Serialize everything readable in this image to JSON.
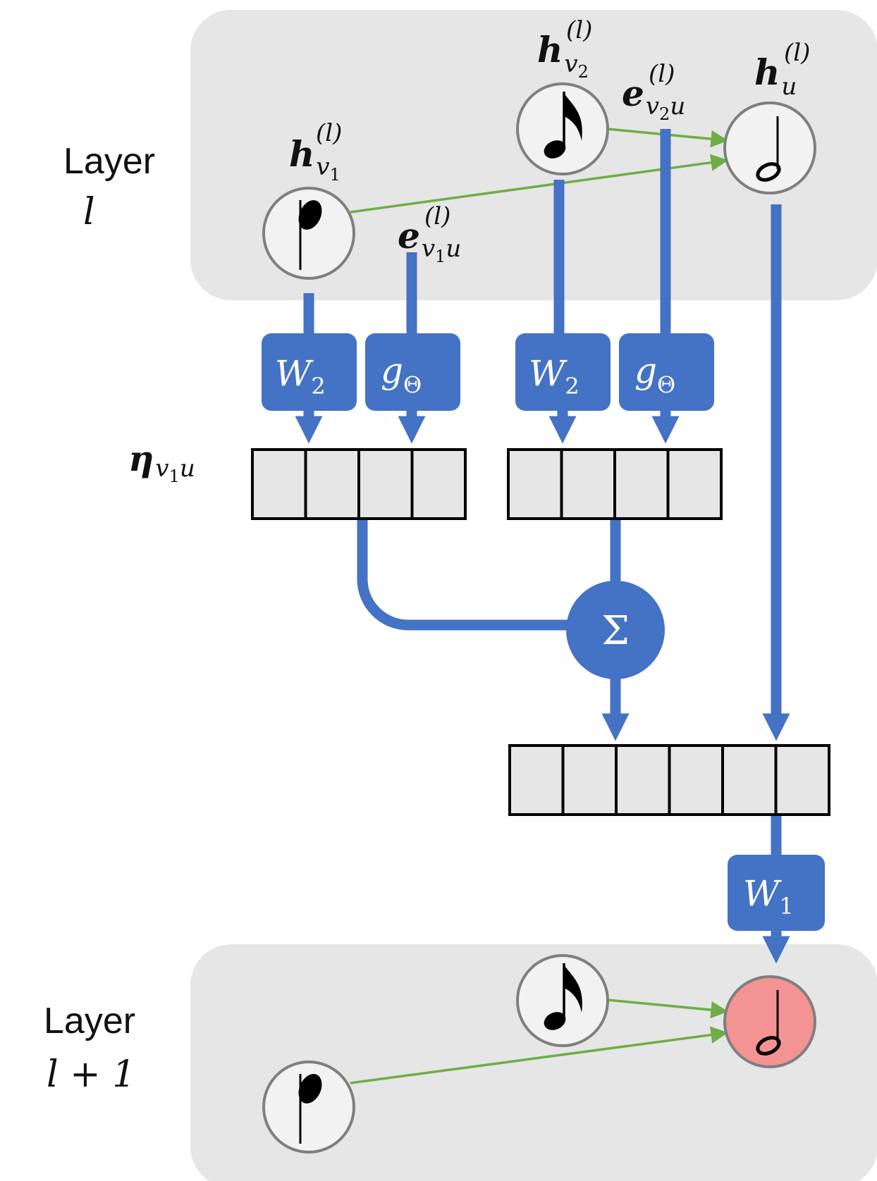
{
  "layers": {
    "top": {
      "name": "Layer",
      "var": "l"
    },
    "bottom": {
      "name": "Layer",
      "var": "l + 1"
    }
  },
  "node_labels": {
    "h_v1": {
      "main": "h",
      "sub": "v",
      "subsub": "1",
      "sup": "(l)"
    },
    "h_v2": {
      "main": "h",
      "sub": "v",
      "subsub": "2",
      "sup": "(l)"
    },
    "h_u": {
      "main": "h",
      "sub": "u",
      "sup": "(l)"
    },
    "e_v1u": {
      "main": "e",
      "sub": "v",
      "subsub": "1",
      "sub_tail": "u",
      "sup": "(l)"
    },
    "e_v2u": {
      "main": "e",
      "sub": "v",
      "subsub": "2",
      "sub_tail": "u",
      "sup": "(l)"
    },
    "eta_v1u": {
      "main": "η",
      "sub": "v",
      "subsub": "1",
      "sub_tail": "u"
    }
  },
  "operators": {
    "w2_left": {
      "main": "W",
      "sub": "2"
    },
    "g_left": {
      "main": "g",
      "sub": "Θ"
    },
    "w2_right": {
      "main": "W",
      "sub": "2"
    },
    "g_right": {
      "main": "g",
      "sub": "Θ"
    },
    "w1": {
      "main": "W",
      "sub": "1"
    },
    "sum": "Σ"
  },
  "nodes": {
    "v1_top": {
      "note": "quarter-note-flag-icon"
    },
    "v2_top": {
      "note": "eighth-note-icon"
    },
    "u_top": {
      "note": "half-note-icon"
    },
    "v1_bottom": {
      "note": "quarter-note-flag-icon"
    },
    "v2_bottom": {
      "note": "eighth-note-icon"
    },
    "u_bottom": {
      "note": "half-note-icon",
      "highlight": "#f49393"
    }
  },
  "vectors": {
    "eta_left_cells": 4,
    "eta_right_cells": 4,
    "concat_cells": 6
  },
  "colors": {
    "layer_bg": "#e6e6e6",
    "node_fill": "#f2f2f2",
    "node_stroke": "#7f7f7f",
    "flow_blue": "#4472c4",
    "edge_green": "#70ad47",
    "cell_fill": "#e6e6e6",
    "updated_node": "#f49393"
  }
}
